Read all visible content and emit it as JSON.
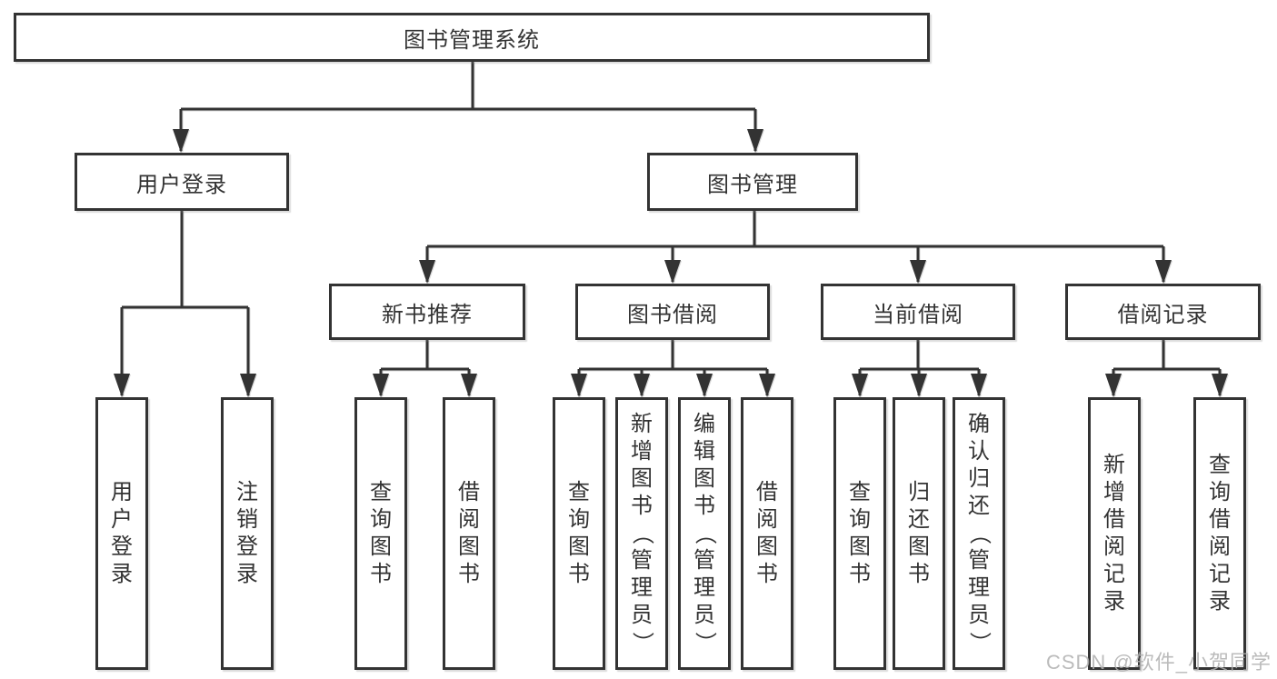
{
  "colors": {
    "background": "#ffffff",
    "line": "#333333",
    "border": "#333333",
    "text": "#333333",
    "watermark": "#b0b0b0"
  },
  "tree": {
    "label": "图书管理系统",
    "children": [
      {
        "label": "用户登录",
        "children": [
          {
            "label": "用户登录"
          },
          {
            "label": "注销登录"
          }
        ]
      },
      {
        "label": "图书管理",
        "children": [
          {
            "label": "新书推荐",
            "children": [
              {
                "label": "查询图书"
              },
              {
                "label": "借阅图书"
              }
            ]
          },
          {
            "label": "图书借阅",
            "children": [
              {
                "label": "查询图书"
              },
              {
                "label": "新增图书（管理员）"
              },
              {
                "label": "编辑图书（管理员）"
              },
              {
                "label": "借阅图书"
              }
            ]
          },
          {
            "label": "当前借阅",
            "children": [
              {
                "label": "查询图书"
              },
              {
                "label": "归还图书"
              },
              {
                "label": "确认归还（管理员）"
              }
            ]
          },
          {
            "label": "借阅记录",
            "children": [
              {
                "label": "新增借阅记录"
              },
              {
                "label": "查询借阅记录"
              }
            ]
          }
        ]
      }
    ]
  },
  "watermark": {
    "text": "CSDN @软件_小贺同学"
  }
}
